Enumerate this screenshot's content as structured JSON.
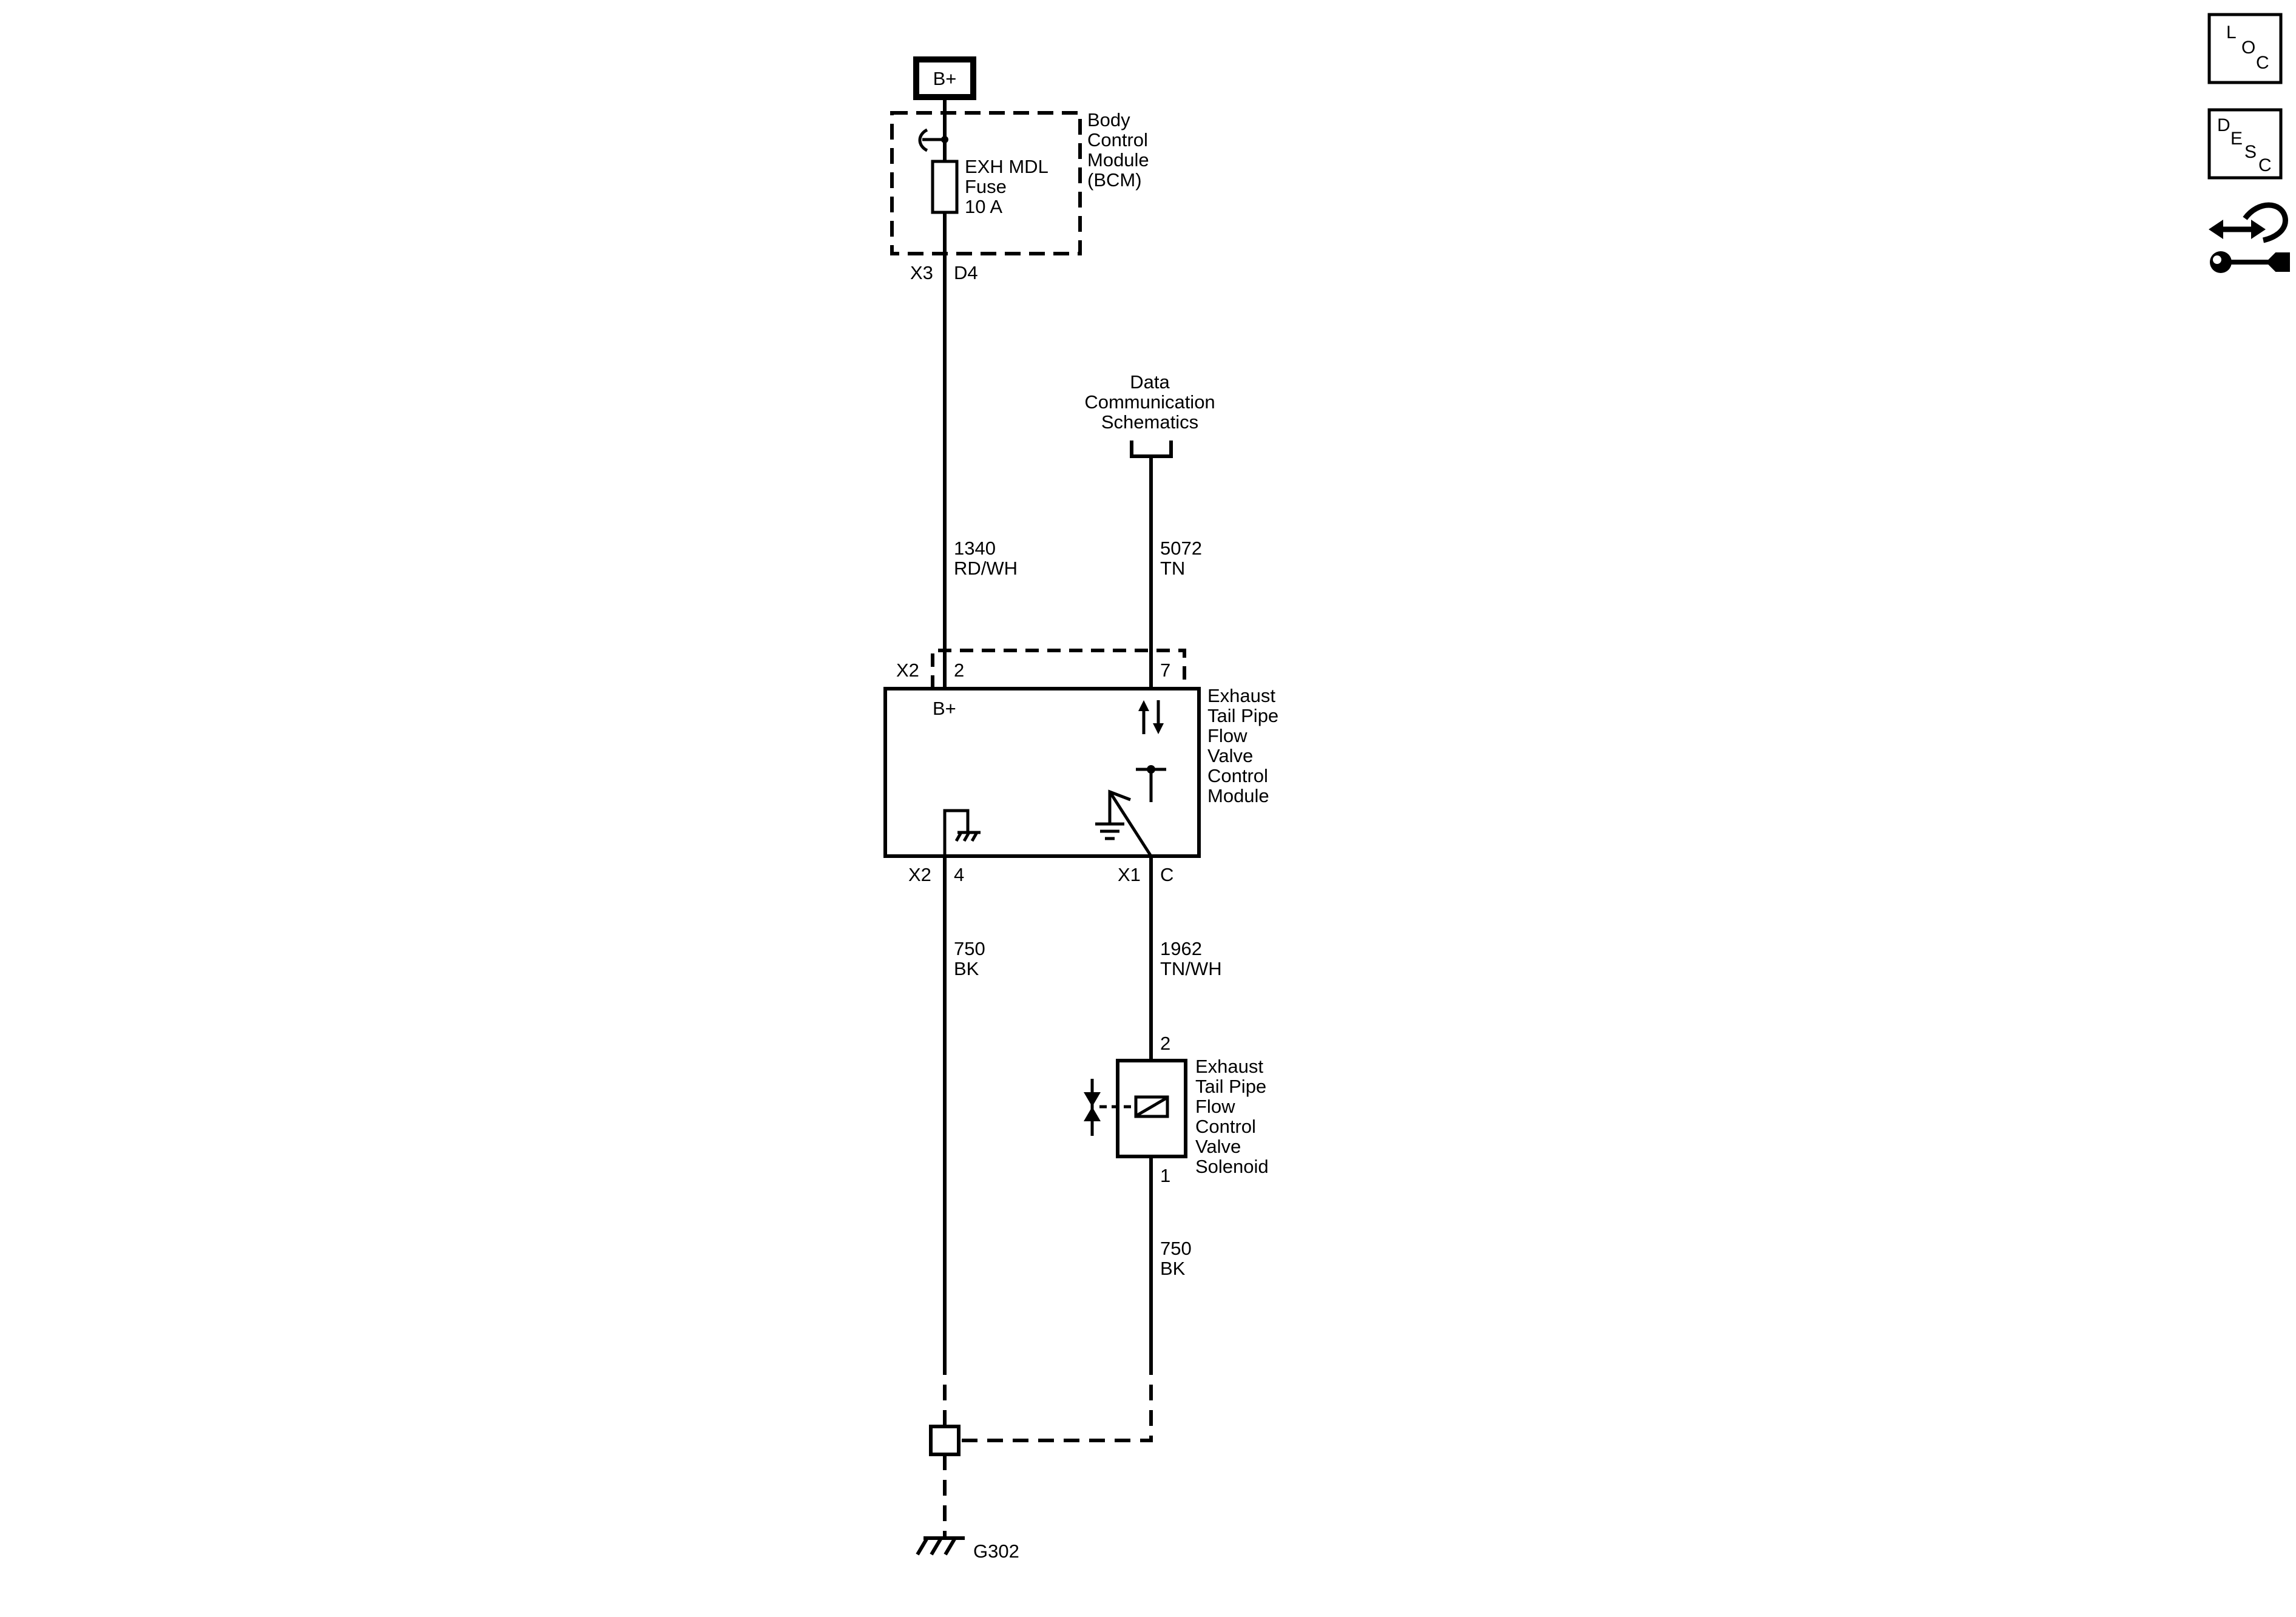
{
  "battery": {
    "label": "B+"
  },
  "bcm": {
    "name_lines": [
      "Body",
      "Control",
      "Module",
      "(BCM)"
    ],
    "fuse_lines": [
      "EXH MDL",
      "Fuse",
      "10 A"
    ],
    "connector": "X3",
    "pin": "D4"
  },
  "data_comm": {
    "lines": [
      "Data",
      "Communication",
      "Schematics"
    ]
  },
  "wires": {
    "power": {
      "circuit": "1340",
      "color": "RD/WH"
    },
    "data": {
      "circuit": "5072",
      "color": "TN"
    },
    "module_ground": {
      "circuit": "750",
      "color": "BK"
    },
    "control": {
      "circuit": "1962",
      "color": "TN/WH"
    },
    "solenoid_ground": {
      "circuit": "750",
      "color": "BK"
    }
  },
  "module": {
    "name_lines": [
      "Exhaust",
      "Tail Pipe",
      "Flow",
      "Valve",
      "Control",
      "Module"
    ],
    "top_connector": "X2",
    "pin_power": "2",
    "pin_data": "7",
    "power_label": "B+",
    "bottom_left_connector": "X2",
    "pin_ground": "4",
    "bottom_right_connector": "X1",
    "pin_control": "C"
  },
  "solenoid": {
    "name_lines": [
      "Exhaust",
      "Tail Pipe",
      "Flow",
      "Control",
      "Valve",
      "Solenoid"
    ],
    "pin_top": "2",
    "pin_bottom": "1"
  },
  "ground": {
    "label": "G302"
  },
  "side_buttons": {
    "loc": [
      "L",
      "O",
      "C"
    ],
    "desc": [
      "D",
      "E",
      "S",
      "C"
    ]
  }
}
